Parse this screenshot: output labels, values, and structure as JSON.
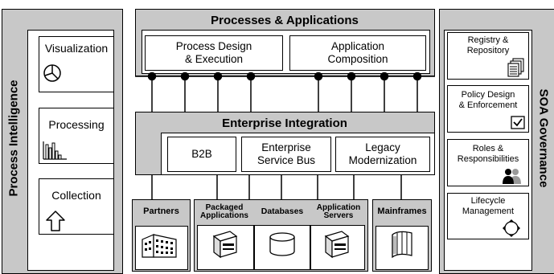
{
  "process_intelligence": {
    "title": "Process Intelligence",
    "items": [
      {
        "label": "Visualization",
        "icon": "pie-chart-icon"
      },
      {
        "label": "Processing",
        "icon": "bar-chart-icon"
      },
      {
        "label": "Collection",
        "icon": "up-arrow-icon"
      }
    ]
  },
  "processes": {
    "title": "Processes & Applications",
    "boxes": [
      {
        "label": "Process Design\n& Execution"
      },
      {
        "label": "Application\nComposition"
      }
    ]
  },
  "integration": {
    "title": "Enterprise Integration",
    "boxes": [
      {
        "label": "B2B"
      },
      {
        "label": "Enterprise\nService Bus"
      },
      {
        "label": "Legacy\nModernization"
      }
    ]
  },
  "backends": [
    {
      "label": "Partners",
      "icon": "buildings-icon"
    },
    {
      "label": "Packaged\nApplications",
      "icon": "server-icon"
    },
    {
      "label": "Databases",
      "icon": "database-icon"
    },
    {
      "label": "Application\nServers",
      "icon": "server-icon"
    },
    {
      "label": "Mainframes",
      "icon": "mainframe-icon"
    }
  ],
  "soa_governance": {
    "title": "SOA Governance",
    "items": [
      {
        "label": "Registry &\nRepository",
        "icon": "documents-icon"
      },
      {
        "label": "Policy Design\n& Enforcement",
        "icon": "checkbox-icon"
      },
      {
        "label": "Roles &\nResponsibilities",
        "icon": "people-icon"
      },
      {
        "label": "Lifecycle\nManagement",
        "icon": "cycle-icon"
      }
    ]
  }
}
